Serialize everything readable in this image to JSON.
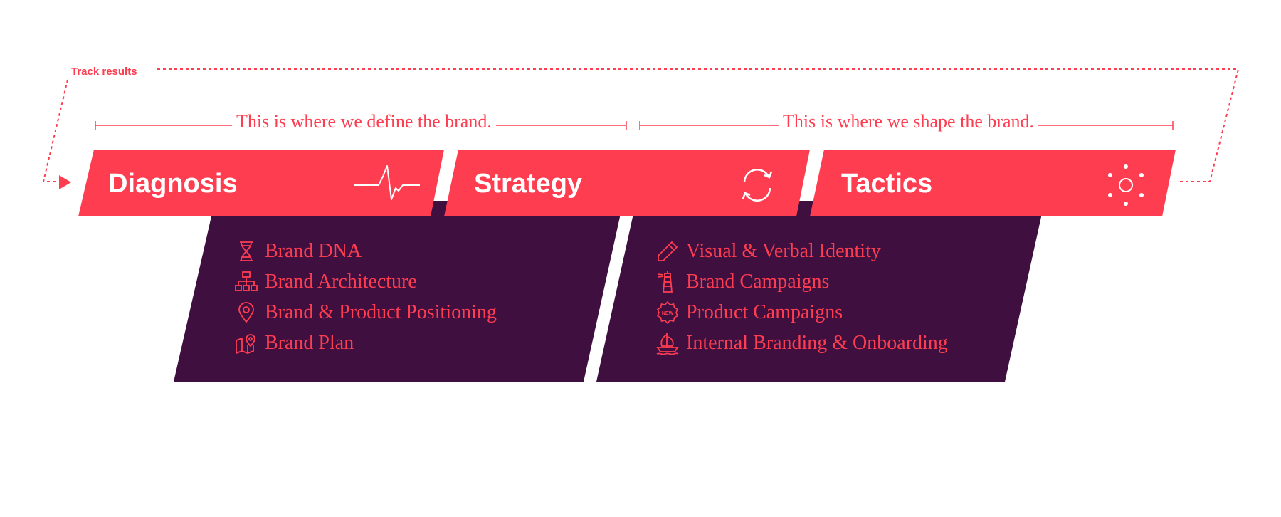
{
  "loop": {
    "label": "Track results"
  },
  "brackets": [
    {
      "text": "This is where we define the brand."
    },
    {
      "text": "This is where we shape the brand."
    }
  ],
  "stages": [
    {
      "title": "Diagnosis",
      "icon": "heartbeat-icon"
    },
    {
      "title": "Strategy",
      "icon": "refresh-cycle-icon"
    },
    {
      "title": "Tactics",
      "icon": "sun-burst-icon"
    }
  ],
  "lists": [
    {
      "items": [
        {
          "label": "Brand DNA",
          "icon": "dna-icon"
        },
        {
          "label": "Brand Architecture",
          "icon": "org-chart-icon"
        },
        {
          "label": "Brand & Product Positioning",
          "icon": "location-pin-icon"
        },
        {
          "label": "Brand Plan",
          "icon": "map-pin-icon"
        }
      ]
    },
    {
      "items": [
        {
          "label": "Visual & Verbal Identity",
          "icon": "pencil-icon"
        },
        {
          "label": "Brand Campaigns",
          "icon": "lighthouse-icon"
        },
        {
          "label": "Product Campaigns",
          "icon": "new-badge-icon"
        },
        {
          "label": "Internal Branding & Onboarding",
          "icon": "ship-icon"
        }
      ]
    }
  ],
  "badge_text": "NEW",
  "colors": {
    "coral": "#ff3d50",
    "plum": "#3f0f40",
    "white": "#ffffff"
  }
}
